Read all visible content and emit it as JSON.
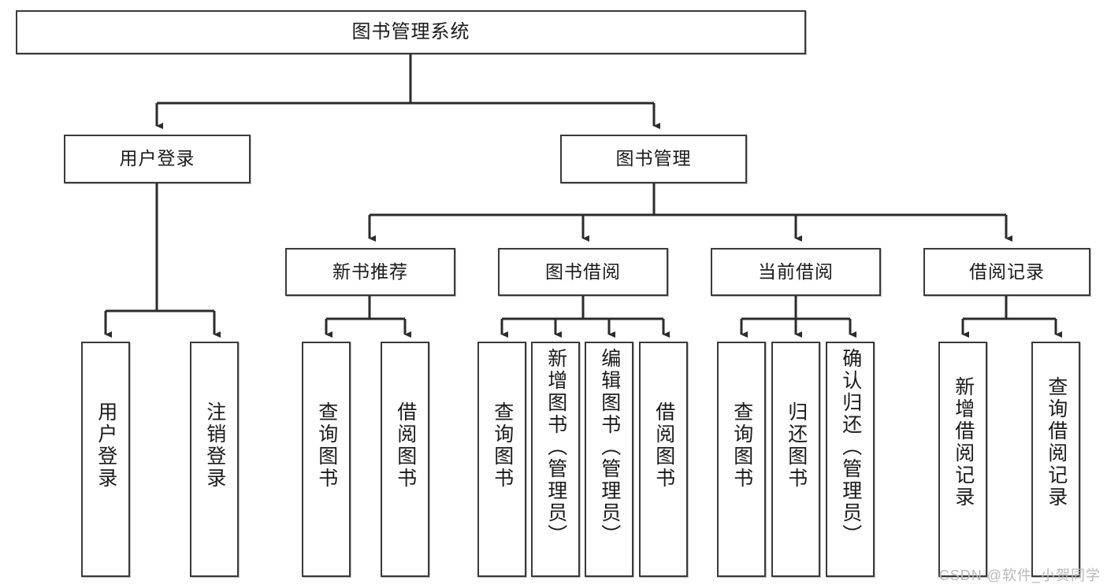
{
  "diagram": {
    "title": "图书管理系统",
    "type": "tree-hierarchy-diagram",
    "colors": {
      "box_border": "#3a3a3a",
      "box_fill": "#ffffff",
      "connector": "#2b2b2b",
      "text": "#1a1a1a",
      "watermark": "#b9b9b9"
    },
    "root": {
      "label": "图书管理系统"
    },
    "level2": [
      {
        "label": "用户登录"
      },
      {
        "label": "图书管理"
      }
    ],
    "level3": [
      {
        "label": "新书推荐"
      },
      {
        "label": "图书借阅"
      },
      {
        "label": "当前借阅"
      },
      {
        "label": "借阅记录"
      }
    ],
    "leaves": {
      "user_login": [
        {
          "label": "用户登录"
        },
        {
          "label": "注销登录"
        }
      ],
      "new_book_recommend": [
        {
          "label": "查询图书"
        },
        {
          "label": "借阅图书"
        }
      ],
      "book_borrow": [
        {
          "label": "查询图书"
        },
        {
          "label": "新增图书（管理员）"
        },
        {
          "label": "编辑图书（管理员）"
        },
        {
          "label": "借阅图书"
        }
      ],
      "current_borrow": [
        {
          "label": "查询图书"
        },
        {
          "label": "归还图书"
        },
        {
          "label": "确认归还（管理员）"
        }
      ],
      "borrow_record": [
        {
          "label": "新增借阅记录"
        },
        {
          "label": "查询借阅记录"
        }
      ]
    },
    "watermark": "CSDN @软件_小贺同学"
  }
}
